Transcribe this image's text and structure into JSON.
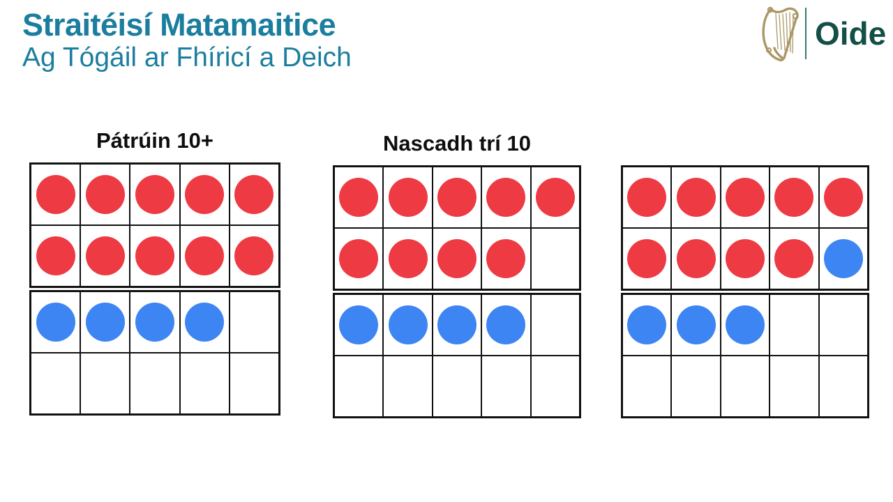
{
  "header": {
    "title": "Straitéisí Matamaitice",
    "subtitle": "Ag Tógáil ar Fhíricí a Deich",
    "accent_color": "#1b7e9e"
  },
  "logo": {
    "icon": "harp-icon",
    "brand": "Oide",
    "brand_color": "#134f47",
    "harp_color": "#ab9766",
    "divider_color": "#2f7a72"
  },
  "colors": {
    "red_dot": "#ee3a43",
    "blue_dot": "#3d85f2",
    "frame_border": "#111111",
    "label_text": "#0e0e0e"
  },
  "diagrams": [
    {
      "label": "Pátrúin 10+",
      "red_count": 10,
      "blue_count": 4,
      "top_frame": [
        [
          "red",
          "red",
          "red",
          "red",
          "red"
        ],
        [
          "red",
          "red",
          "red",
          "red",
          "red"
        ]
      ],
      "bottom_frame": [
        [
          "blue",
          "blue",
          "blue",
          "blue",
          "empty"
        ],
        [
          "empty",
          "empty",
          "empty",
          "empty",
          "empty"
        ]
      ]
    },
    {
      "label": "Nascadh trí 10",
      "red_count": 9,
      "blue_count": 4,
      "top_frame": [
        [
          "red",
          "red",
          "red",
          "red",
          "red"
        ],
        [
          "red",
          "red",
          "red",
          "red",
          "empty"
        ]
      ],
      "bottom_frame": [
        [
          "blue",
          "blue",
          "blue",
          "blue",
          "empty"
        ],
        [
          "empty",
          "empty",
          "empty",
          "empty",
          "empty"
        ]
      ]
    },
    {
      "label": "",
      "red_count": 9,
      "blue_count": 4,
      "top_frame": [
        [
          "red",
          "red",
          "red",
          "red",
          "red"
        ],
        [
          "red",
          "red",
          "red",
          "red",
          "blue"
        ]
      ],
      "bottom_frame": [
        [
          "blue",
          "blue",
          "blue",
          "empty",
          "empty"
        ],
        [
          "empty",
          "empty",
          "empty",
          "empty",
          "empty"
        ]
      ]
    }
  ]
}
